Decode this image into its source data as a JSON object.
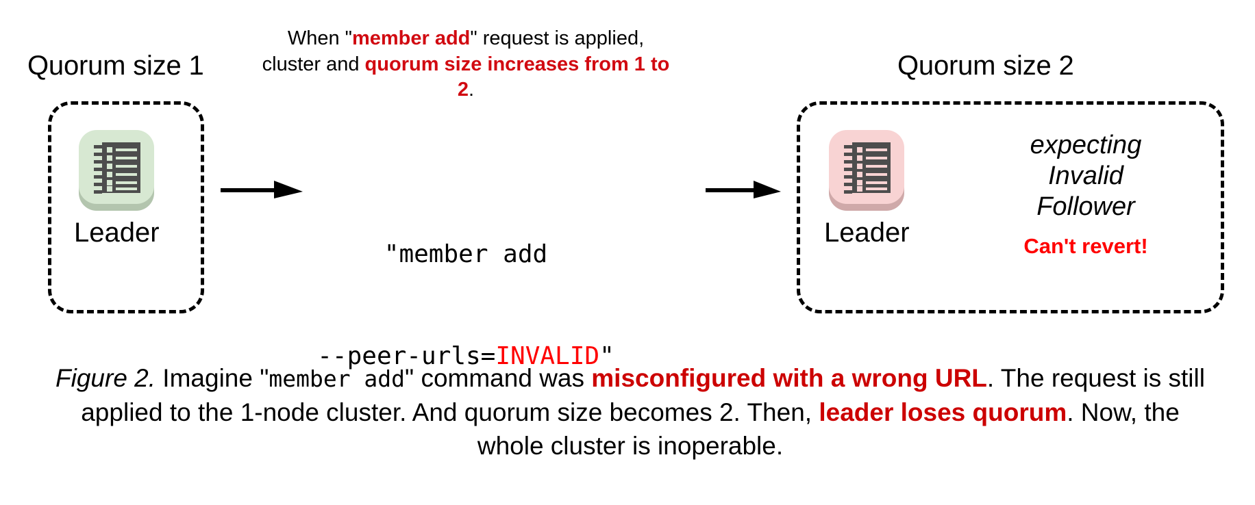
{
  "colors": {
    "accent_red_bright": "#ff0000",
    "accent_red_dark": "#cc0000",
    "note_red": "#d10a11",
    "tile_green": "#d7e8d2",
    "tile_green_shadow": "#b3c5ae",
    "tile_pink": "#f8d3d3",
    "tile_pink_shadow": "#cfa9a9",
    "rack_gray": "#4d4d4d",
    "outline_black": "#000000",
    "background": "#ffffff"
  },
  "clusters": {
    "left": {
      "heading": "Quorum size 1",
      "node_label": "Leader",
      "icon": "server-rack-icon",
      "tile_color": "#d7e8d2",
      "tile_shadow_color": "#b3c5ae"
    },
    "right": {
      "heading": "Quorum size 2",
      "node_label": "Leader",
      "icon": "server-rack-icon",
      "tile_color": "#f8d3d3",
      "tile_shadow_color": "#cfa9a9",
      "status_lines": [
        "expecting",
        "Invalid",
        "Follower"
      ],
      "status_warning": "Can't revert!"
    }
  },
  "top_note": {
    "part1": "When \"",
    "highlight1": "member add",
    "part2": "\" request is applied, cluster and ",
    "highlight2": "quorum size increases from 1 to 2",
    "part3": "."
  },
  "command": {
    "line1": "\"member add",
    "line2_prefix": "--peer-urls=",
    "line2_invalid": "INVALID",
    "line2_suffix": "\""
  },
  "arrows": {
    "left_arrow": "arrow-right-icon",
    "right_arrow": "arrow-right-icon"
  },
  "caption": {
    "figure_label": "Figure 2.",
    "seg1": " Imagine \"",
    "mono1": "member add",
    "seg2": "\" command was ",
    "hl1": "misconfigured with a wrong URL",
    "seg3": ". The request is still applied to the 1-node cluster. And quorum size becomes 2. Then, ",
    "hl2": "leader loses quorum",
    "seg4": ". Now, the whole cluster is inoperable."
  }
}
